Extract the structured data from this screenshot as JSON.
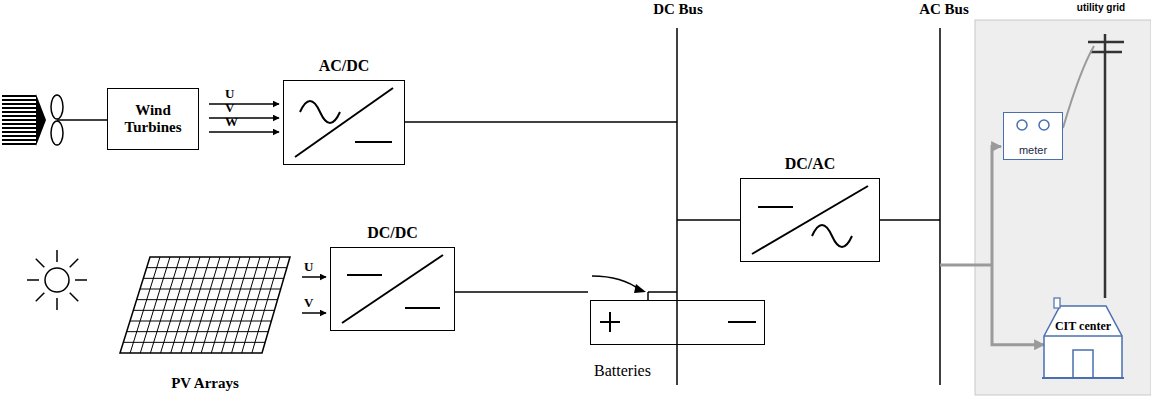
{
  "diagram": {
    "nodes": [
      {
        "text": [
          "Wind Turbines"
        ]
      },
      {
        "text": [
          "AC/DC"
        ]
      },
      {
        "text": [
          "PV Arrays"
        ]
      },
      {
        "text": [
          "DC/DC"
        ]
      },
      {
        "text": [
          "Batteries"
        ]
      },
      {
        "text": [
          "DC/AC"
        ]
      },
      {
        "text": [
          "meter"
        ]
      },
      {
        "text": [
          "CIT center"
        ]
      }
    ],
    "edges": [
      {
        "from": 0,
        "to": 1,
        "label": "U",
        "arrow": "to"
      },
      {
        "from": 0,
        "to": 1,
        "label": "V",
        "arrow": "to"
      },
      {
        "from": 0,
        "to": 1,
        "label": "W",
        "arrow": "to"
      },
      {
        "from": 2,
        "to": 3,
        "label": "U",
        "arrow": "to"
      },
      {
        "from": 2,
        "to": 3,
        "label": "V",
        "arrow": "to"
      },
      {
        "from": 6,
        "to": 7,
        "arrow": "both"
      }
    ],
    "labels": [
      "DC Bus",
      "AC Bus",
      "utility grid"
    ]
  }
}
